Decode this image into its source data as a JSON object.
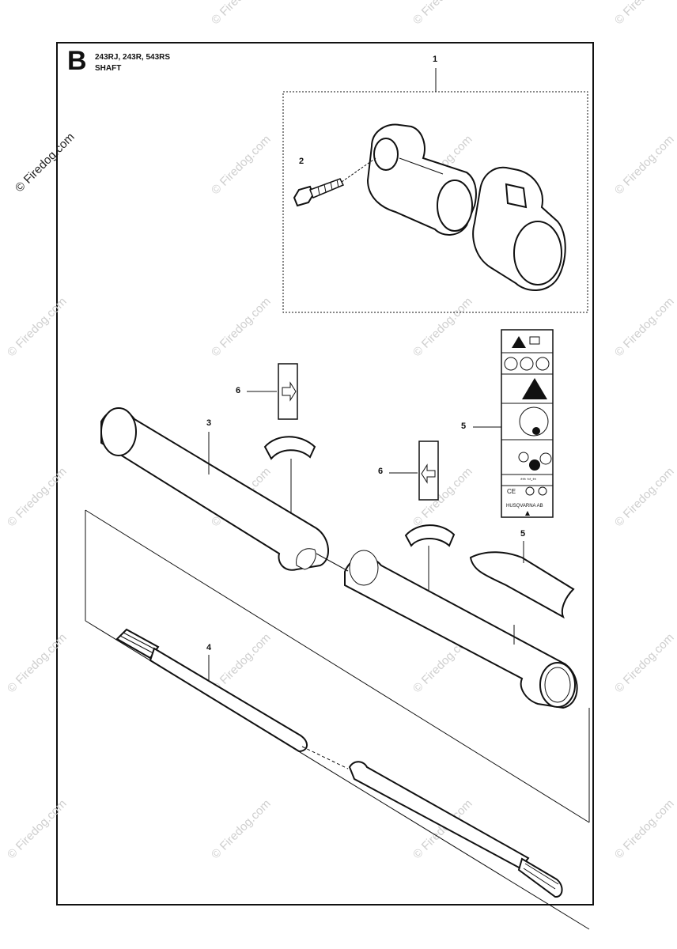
{
  "header": {
    "section_letter": "B",
    "models": "243RJ, 243R, 543RS",
    "title": "SHAFT"
  },
  "callouts": {
    "c1": "1",
    "c2": "2",
    "c3": "3",
    "c4": "4",
    "c5a": "5",
    "c5b": "5",
    "c6a": "6",
    "c6b": "6"
  },
  "watermark": {
    "main": "© Firedog.com",
    "faint": "© Firedog.com"
  },
  "decal": {
    "code": "*** **-**",
    "company": "HUSQVARNA AB"
  }
}
